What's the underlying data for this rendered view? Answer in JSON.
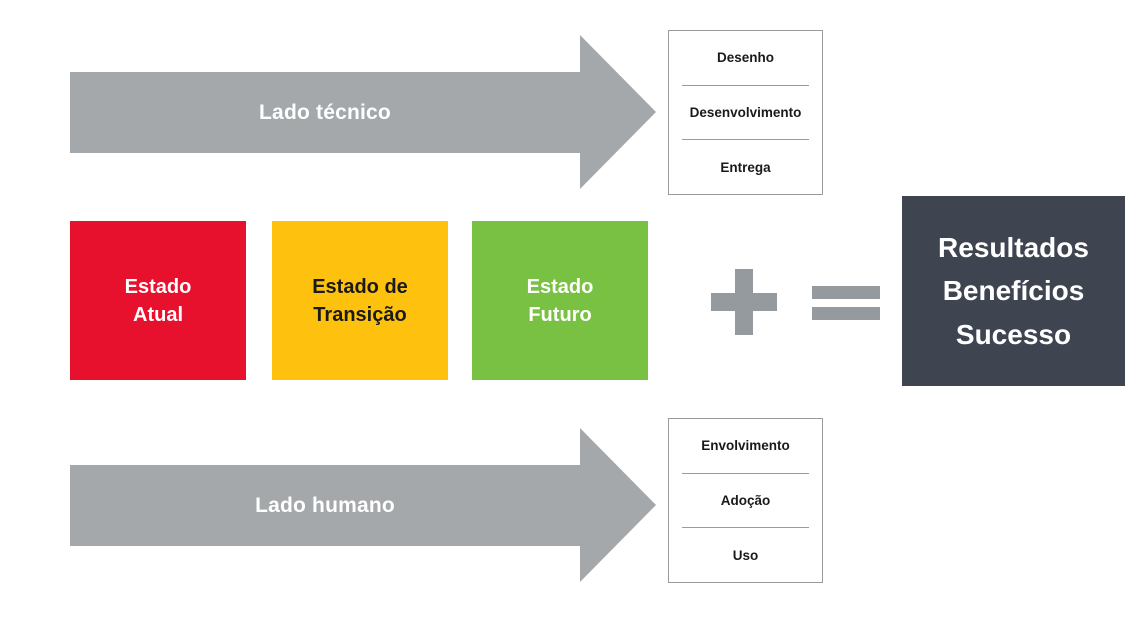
{
  "top_arrow": {
    "label": "Lado técnico",
    "color": "#a4a8ab"
  },
  "top_list": {
    "items": [
      "Desenho",
      "Desenvolvimento",
      "Entrega"
    ]
  },
  "states": {
    "current": {
      "label": "Estado\nAtual",
      "color": "#e8112d",
      "text_color": "#ffffff"
    },
    "transition": {
      "label": "Estado de\nTransição",
      "color": "#fec10e",
      "text_color": "#1a1a1a"
    },
    "future": {
      "label": "Estado\nFuturo",
      "color": "#79c143",
      "text_color": "#ffffff"
    }
  },
  "operators": {
    "plus": "+",
    "equals": "=",
    "color": "#949a9e"
  },
  "result_box": {
    "label": "Resultados\nBenefícios\nSucesso",
    "color": "#3e4450"
  },
  "bottom_arrow": {
    "label": "Lado humano",
    "color": "#a4a8ab"
  },
  "bottom_list": {
    "items": [
      "Envolvimento",
      "Adoção",
      "Uso"
    ]
  }
}
